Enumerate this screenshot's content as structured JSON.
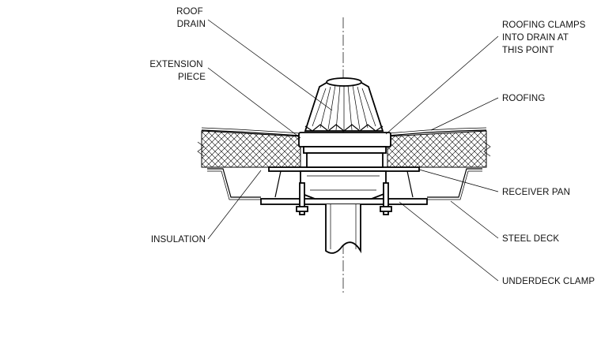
{
  "labels": {
    "roof_drain": [
      "ROOF",
      "DRAIN"
    ],
    "extension_piece": [
      "EXTENSION",
      "PIECE"
    ],
    "insulation": "INSULATION",
    "roofing_clamps": [
      "ROOFING CLAMPS",
      "INTO DRAIN AT",
      "THIS POINT"
    ],
    "roofing": "ROOFING",
    "receiver_pan": "RECEIVER PAN",
    "steel_deck": "STEEL DECK",
    "underdeck_clamp": "UNDERDECK CLAMP"
  }
}
